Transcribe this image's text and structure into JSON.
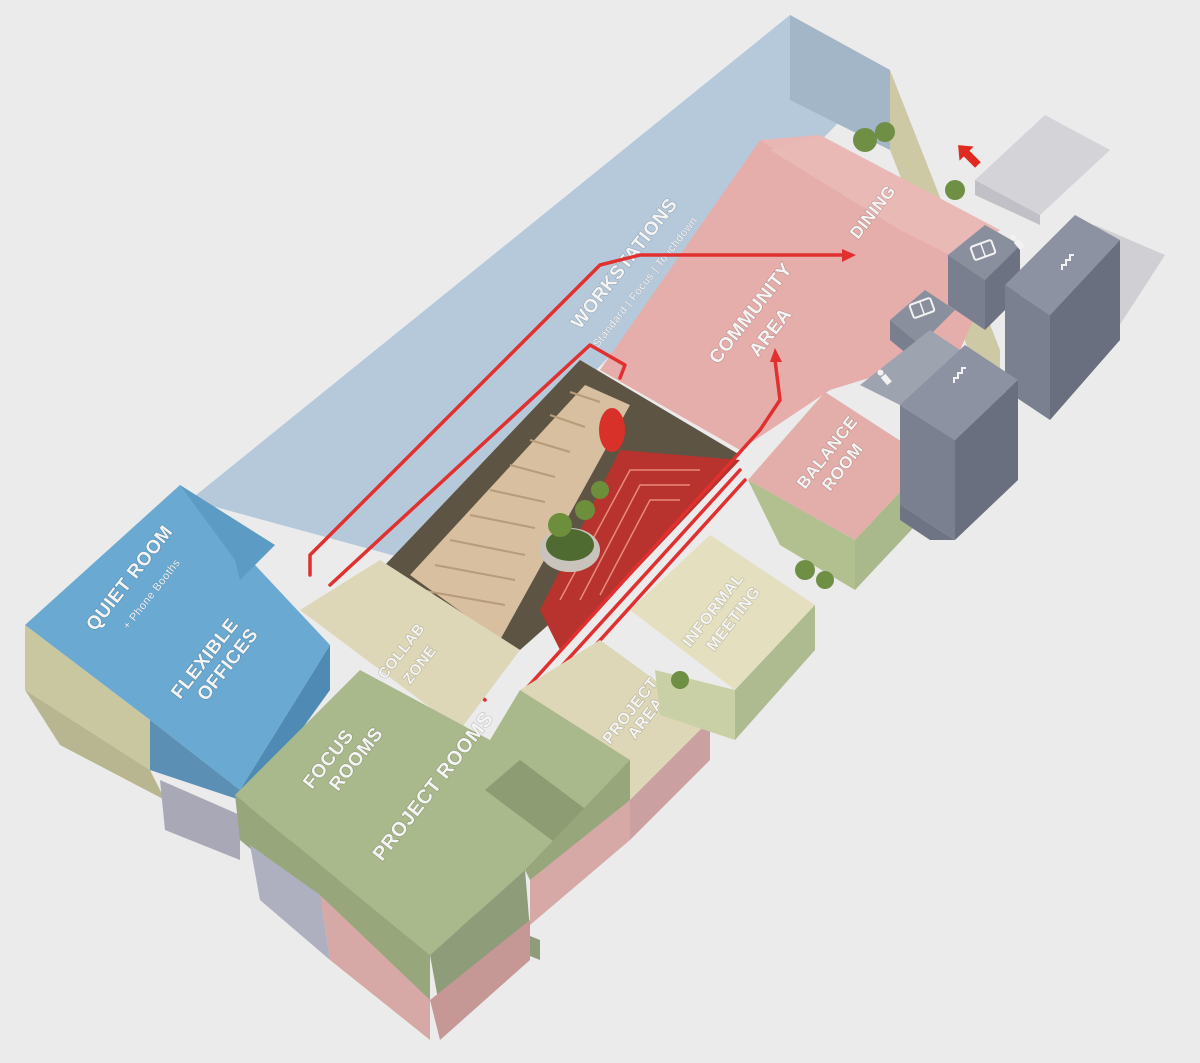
{
  "zones": {
    "workstations": {
      "title": "WORKSTATIONS",
      "subtitle": "Standard | Focus | Touchdown"
    },
    "community": {
      "line1": "COMMUNITY",
      "line2": "AREA"
    },
    "dining": {
      "title": "DINING"
    },
    "balance": {
      "line1": "BALANCE",
      "line2": "ROOM"
    },
    "informal": {
      "line1": "INFORMAL",
      "line2": "MEETING"
    },
    "quiet": {
      "title": "QUIET ROOM",
      "subtitle": "+ Phone Booths"
    },
    "flexible": {
      "line1": "FLEXIBLE",
      "line2": "OFFICES"
    },
    "collab": {
      "line1": "COLLAB",
      "line2": "ZONE"
    },
    "project_area": {
      "line1": "PROJECT",
      "line2": "AREA"
    },
    "focus": {
      "line1": "FOCUS",
      "line2": "ROOMS"
    },
    "project_rooms": {
      "title": "PROJECT ROOMS"
    }
  },
  "icons": [
    "elevator-icon",
    "restroom-icon",
    "stair-icon",
    "entrance-arrow-icon"
  ],
  "colors": {
    "workstations": "#b6c9da",
    "community": "#e5aeab",
    "blue_block": "#6aa9d1",
    "green_block": "#a9b98b",
    "beige": "#ddd7b8",
    "core": "#8a8f9e",
    "circulation": "#e03030"
  }
}
